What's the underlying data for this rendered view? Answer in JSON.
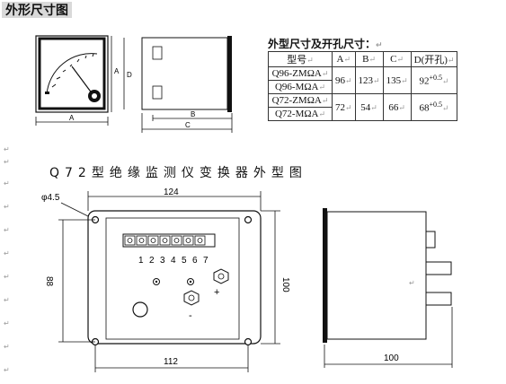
{
  "heading": "外形尺寸图",
  "table": {
    "title": "外型尺寸及开孔尺寸：",
    "headers": [
      "型号",
      "A",
      "B",
      "C",
      "D(开孔)"
    ],
    "rows": [
      {
        "models": [
          "Q96-ZMΩA",
          "Q96-MΩA"
        ],
        "A": "96",
        "B": "123",
        "C": "135",
        "D": "92",
        "D_tol": "+0.5"
      },
      {
        "models": [
          "Q72-ZMΩA",
          "Q72-MΩA"
        ],
        "A": "72",
        "B": "54",
        "C": "66",
        "D": "68",
        "D_tol": "+0.5"
      }
    ]
  },
  "meter_drawing": {
    "labels": {
      "A_bottom": "A",
      "A_side": "A",
      "D": "D",
      "B": "B",
      "C": "C"
    }
  },
  "transducer_drawing": {
    "title": "Q72型绝缘监测仪变换器外型图",
    "dims": {
      "hole": "φ4.5",
      "width_top": "124",
      "height_left": "88",
      "height_right": "100",
      "width_bottom": "112",
      "depth": "100"
    },
    "terminals": [
      "1",
      "2",
      "3",
      "4",
      "5",
      "6",
      "7"
    ],
    "plus": "+",
    "minus": "-"
  }
}
